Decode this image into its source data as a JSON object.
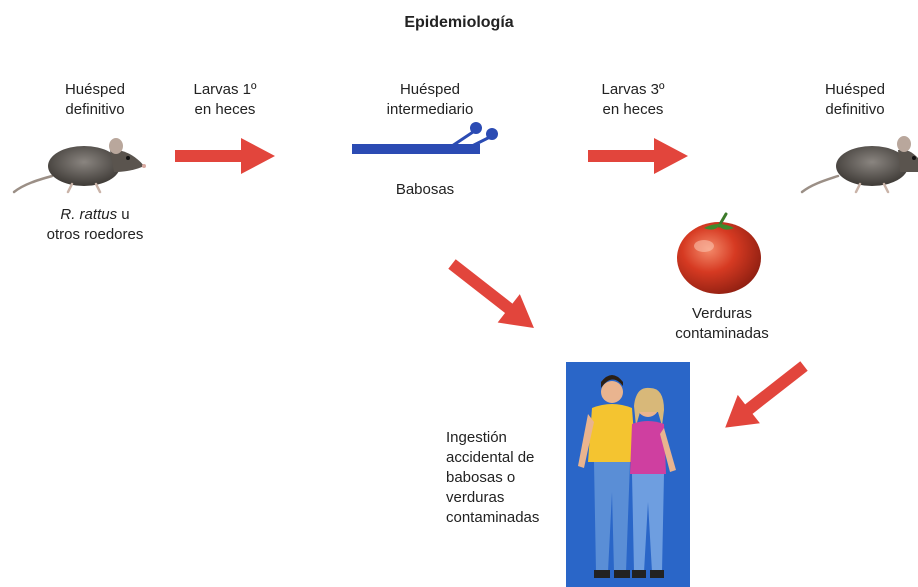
{
  "title": "Epidemiología",
  "definitive_host_left": {
    "line1": "Huésped",
    "line2": "definitivo",
    "species_italic": "R. rattus",
    "species_suffix": "u",
    "line4": "otros roedores"
  },
  "larvae_first": {
    "line1": "Larvas 1º",
    "line2": "en heces"
  },
  "intermediate_host": {
    "line1": "Huésped",
    "line2": "intermediario",
    "caption": "Babosas"
  },
  "larvae_third": {
    "line1": "Larvas 3º",
    "line2": "en heces"
  },
  "definitive_host_right": {
    "line1": "Huésped",
    "line2": "definitivo"
  },
  "vegetables": {
    "line1": "Verduras",
    "line2": "contaminadas"
  },
  "ingestion": {
    "line1": "Ingestión",
    "line2": "accidental de",
    "line3": "babosas o",
    "line4": "verduras",
    "line5": "contaminadas"
  },
  "colors": {
    "arrow": "#e2453c",
    "slug": "#2b4bb3",
    "photo_background": "#2a66c8",
    "tomato": "#d63a22"
  },
  "icons": {
    "rat": "rat-icon",
    "slug": "slug-icon",
    "tomato": "tomato-icon",
    "people": "people-icon"
  }
}
